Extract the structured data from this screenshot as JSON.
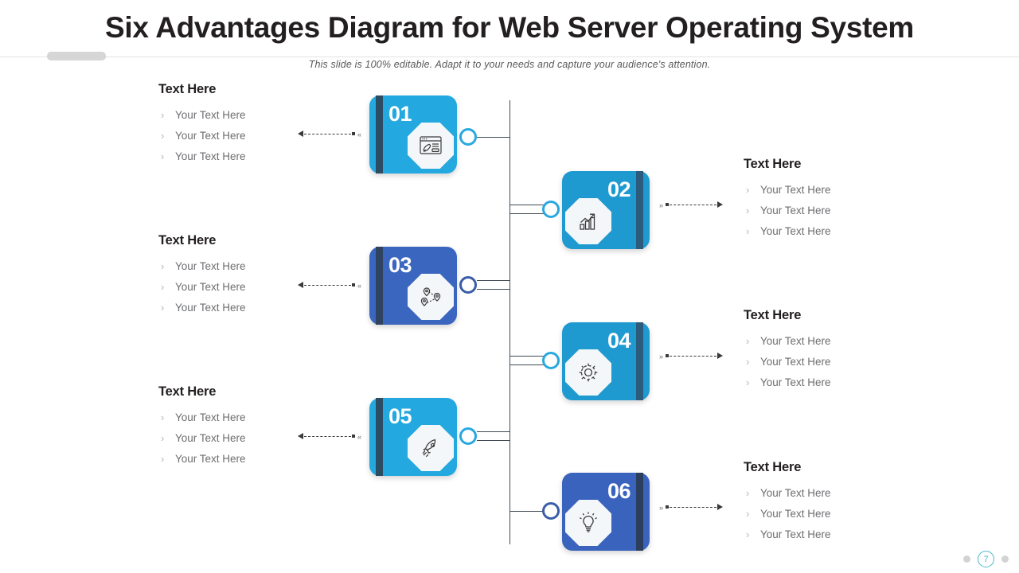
{
  "header": {
    "title": "Six Advantages Diagram for Web Server Operating System",
    "subtitle": "This slide is 100% editable. Adapt it to your needs and capture your audience's attention."
  },
  "colors": {
    "light_blue": "#23a8df",
    "mid_blue": "#1e9ad1",
    "navy_blue": "#3b66bf",
    "dark_bar": "#2b4c63",
    "node_cyan": "#2aa9e0",
    "node_navy": "#3b5ea8",
    "title_text": "#231f20",
    "body_text": "#6d6e71",
    "connector": "#3f4a54"
  },
  "steps": [
    {
      "number": "01",
      "icon": "browser-rocket-icon",
      "side": "left",
      "heading": "Text Here",
      "bullets": [
        "Your Text Here",
        "Your Text Here",
        "Your Text Here"
      ]
    },
    {
      "number": "02",
      "icon": "bar-chart-growth-icon",
      "side": "right",
      "heading": "Text Here",
      "bullets": [
        "Your Text Here",
        "Your Text Here",
        "Your Text Here"
      ]
    },
    {
      "number": "03",
      "icon": "location-pins-icon",
      "side": "left",
      "heading": "Text Here",
      "bullets": [
        "Your Text Here",
        "Your Text Here",
        "Your Text Here"
      ]
    },
    {
      "number": "04",
      "icon": "gear-icon",
      "side": "right",
      "heading": "Text Here",
      "bullets": [
        "Your Text Here",
        "Your Text Here",
        "Your Text Here"
      ]
    },
    {
      "number": "05",
      "icon": "rocket-icon",
      "side": "left",
      "heading": "Text Here",
      "bullets": [
        "Your Text Here",
        "Your Text Here",
        "Your Text Here"
      ]
    },
    {
      "number": "06",
      "icon": "lightbulb-icon",
      "side": "right",
      "heading": "Text Here",
      "bullets": [
        "Your Text Here",
        "Your Text Here",
        "Your Text Here"
      ]
    }
  ],
  "pagination": {
    "current": "7"
  }
}
